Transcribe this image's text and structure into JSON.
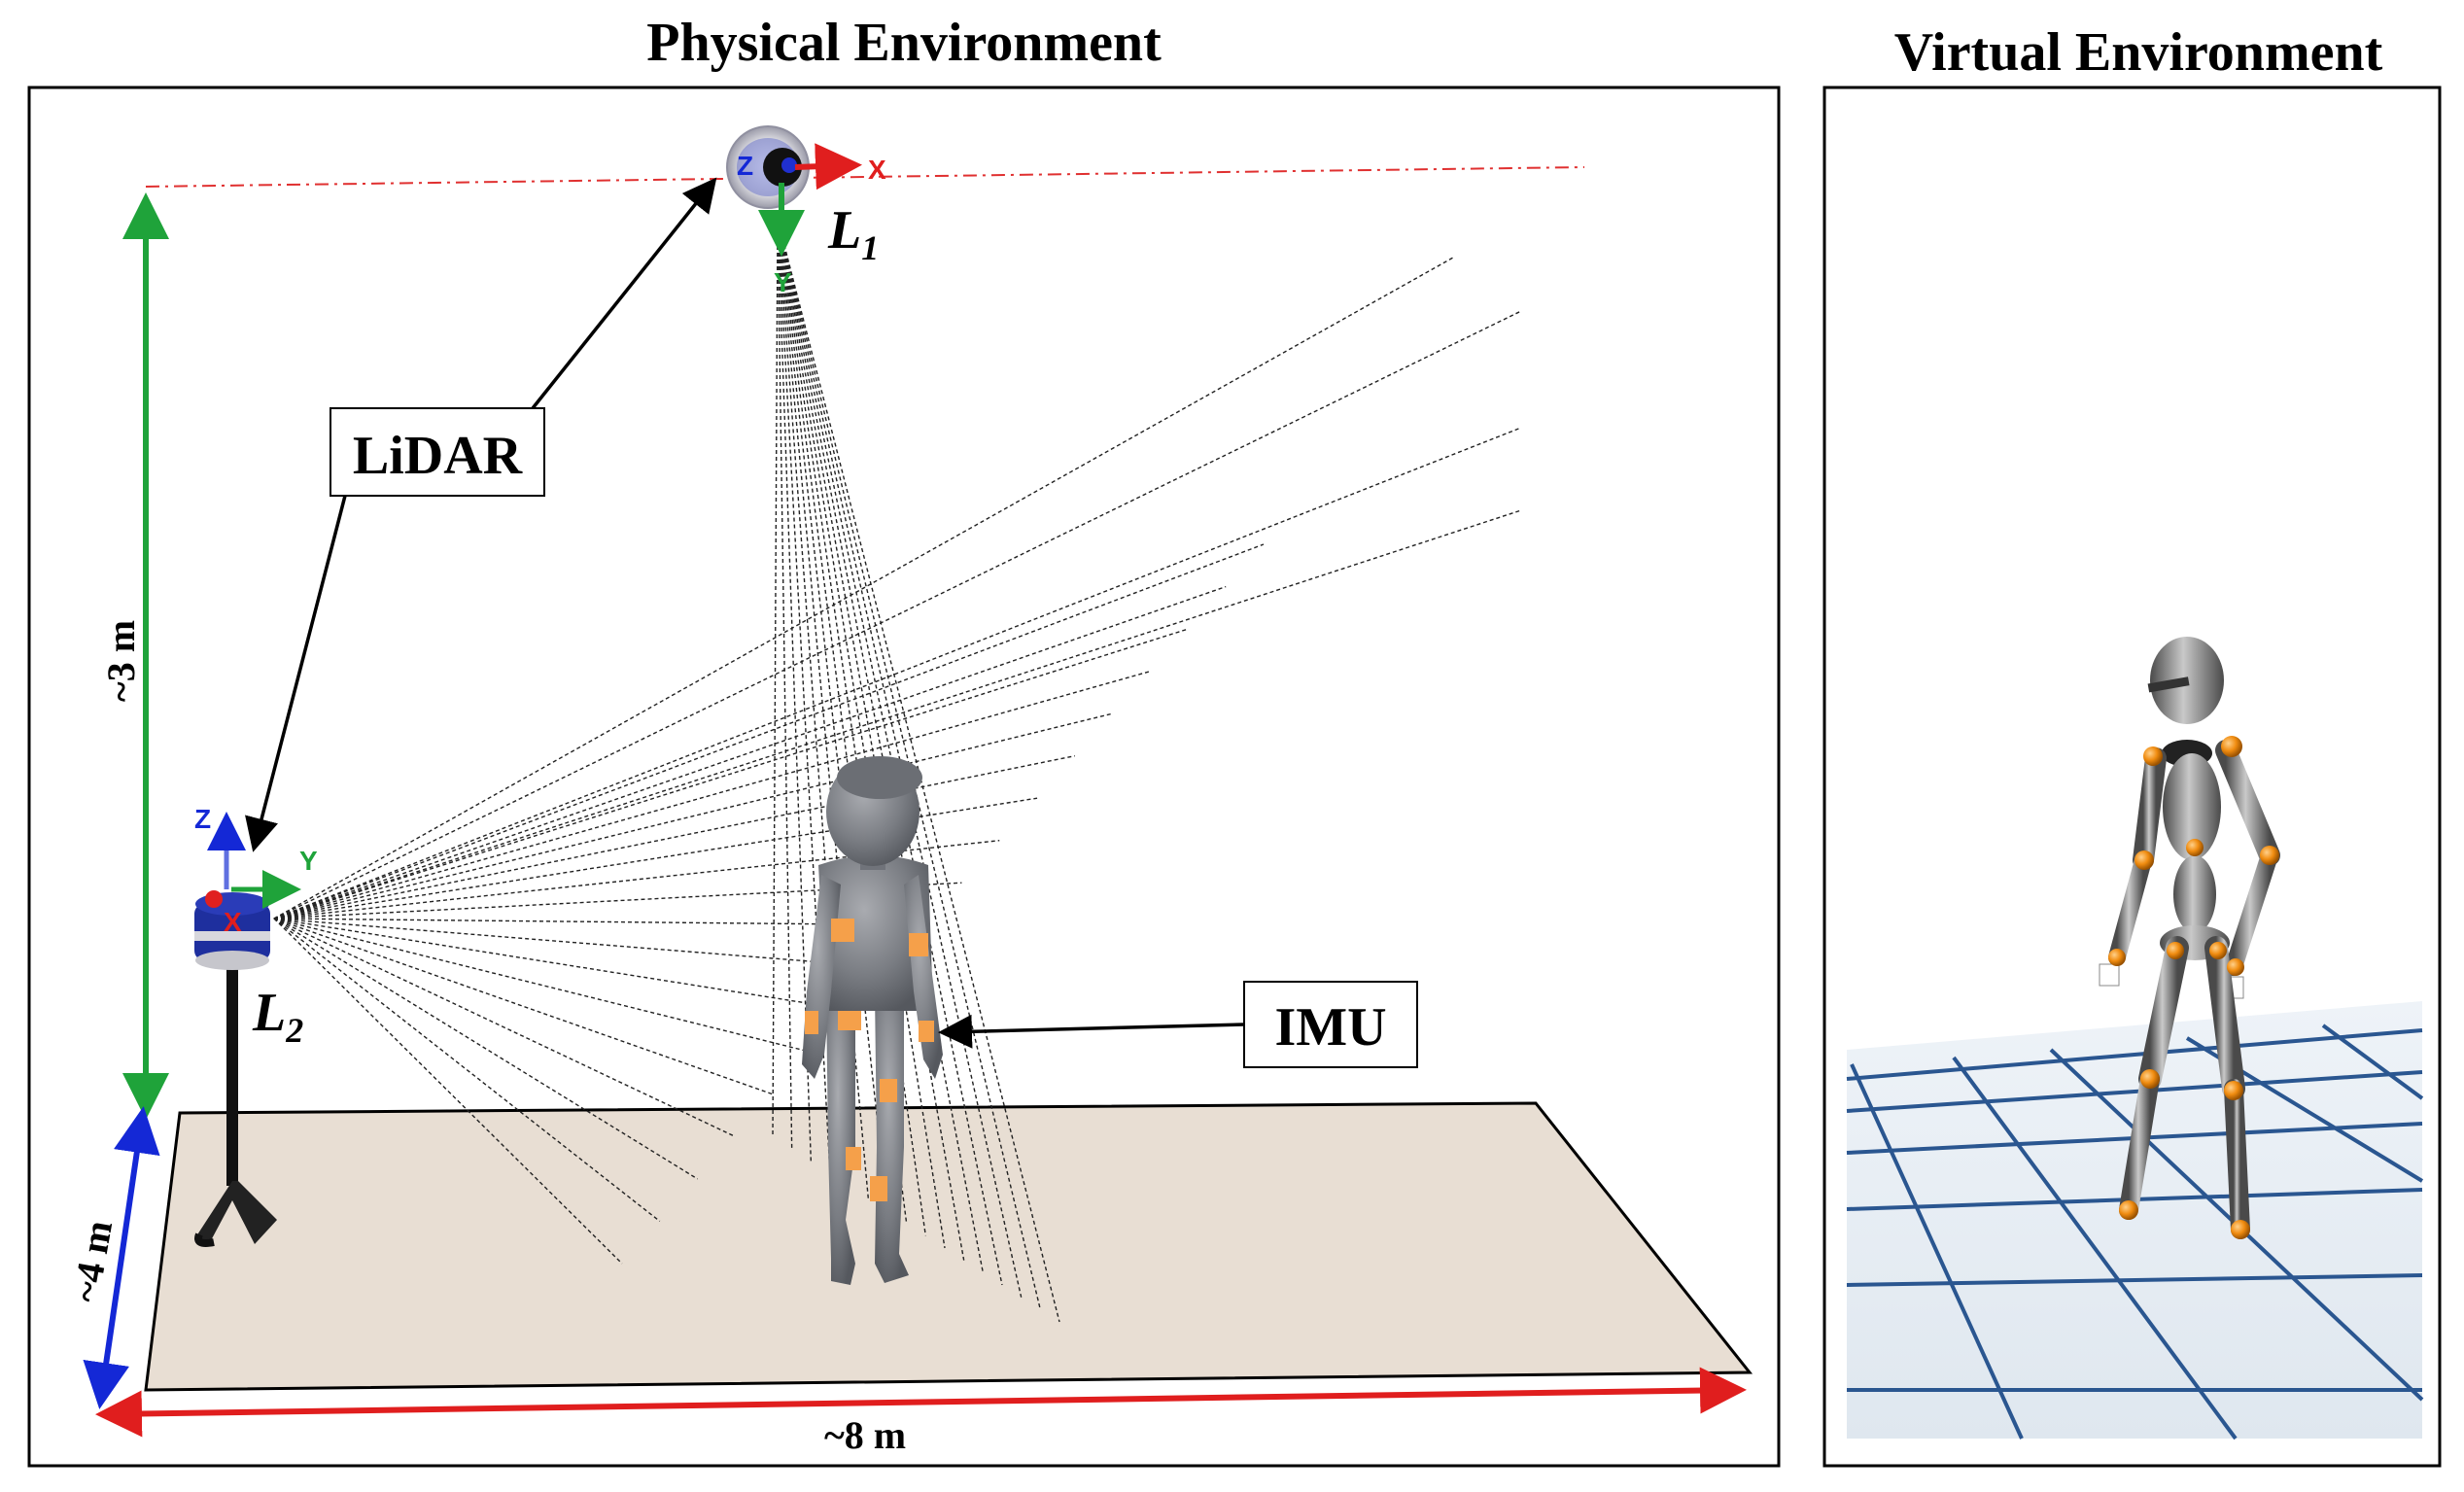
{
  "physical": {
    "title": "Physical Environment",
    "lidar_label": "LiDAR",
    "imu_label": "IMU",
    "l1": {
      "letter": "L",
      "subscript": "1",
      "axes": {
        "x": "X",
        "y": "Y",
        "z": "Z"
      }
    },
    "l2": {
      "letter": "L",
      "subscript": "2",
      "axes": {
        "x": "X",
        "y": "Y",
        "z": "Z"
      }
    },
    "dim_height": "~3 m",
    "dim_depth": "~4 m",
    "dim_width": "~8 m"
  },
  "virtual": {
    "title": "Virtual Environment"
  },
  "colors": {
    "height_arrow": "#1fa33a",
    "depth_arrow": "#1428d6",
    "width_arrow": "#e01e1e",
    "ceiling_line": "#e03030",
    "floor": "#e8ded3",
    "imu_patch": "#f5a04a",
    "joint": "#f08c10",
    "grid_line": "#2a5690"
  }
}
